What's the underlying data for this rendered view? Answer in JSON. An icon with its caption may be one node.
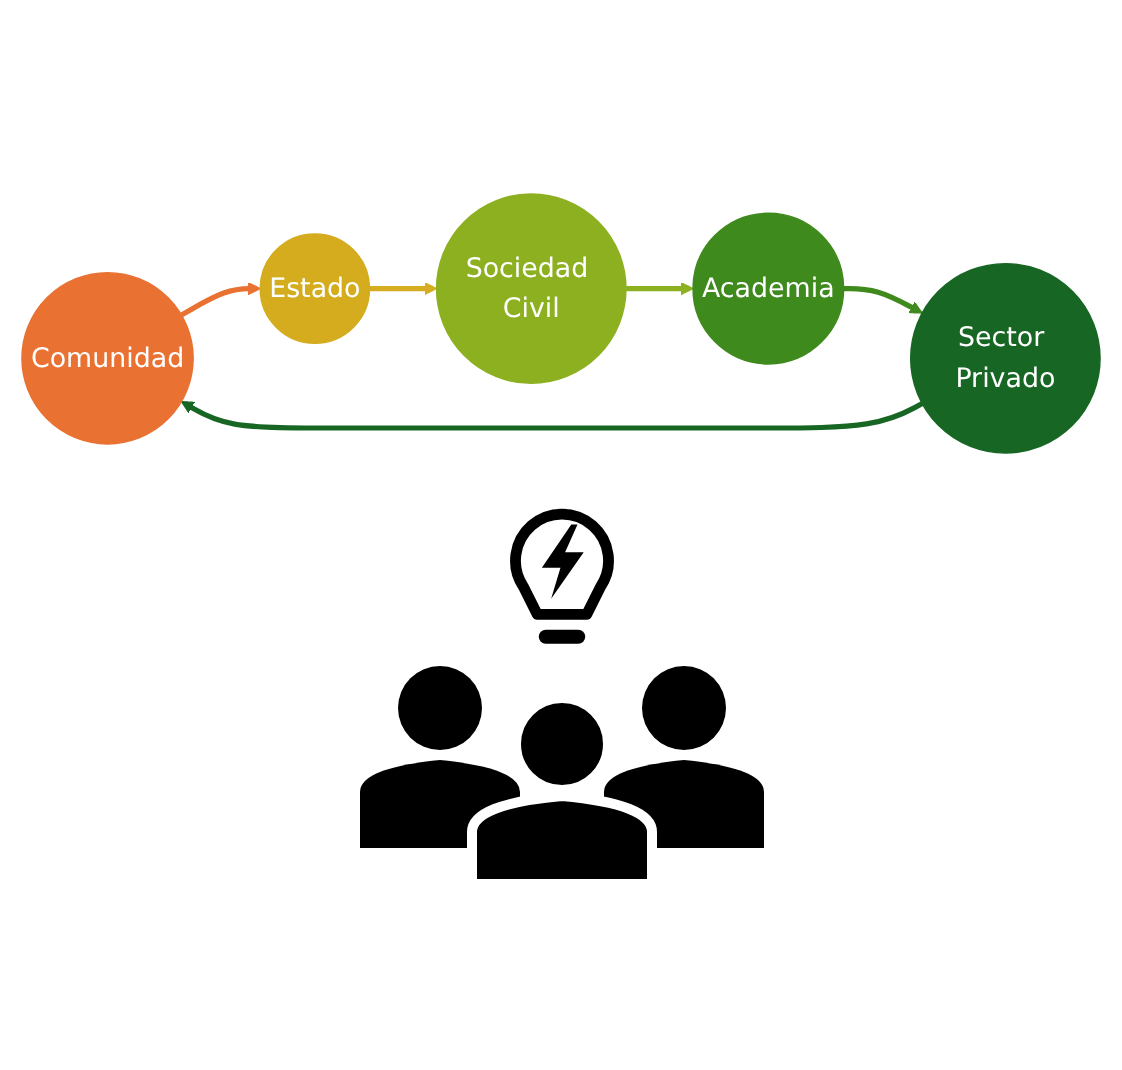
{
  "diagram": {
    "nodes": [
      {
        "text": [
          "Comunidad"
        ]
      },
      {
        "text": [
          "Estado"
        ]
      },
      {
        "text": [
          "Sociedad Civil"
        ]
      },
      {
        "text": [
          "Academia"
        ]
      },
      {
        "text": [
          "Sector Privado"
        ]
      }
    ],
    "edges": [
      {
        "from": 0,
        "to": 1,
        "arrow": "to",
        "color": "#e97132"
      },
      {
        "from": 1,
        "to": 2,
        "arrow": "to",
        "color": "#d6ad20"
      },
      {
        "from": 2,
        "to": 3,
        "arrow": "to",
        "color": "#8db021"
      },
      {
        "from": 3,
        "to": 4,
        "arrow": "to",
        "color": "#3f8a1c"
      },
      {
        "from": 4,
        "to": 0,
        "arrow": "to",
        "color": "#186624"
      }
    ]
  }
}
